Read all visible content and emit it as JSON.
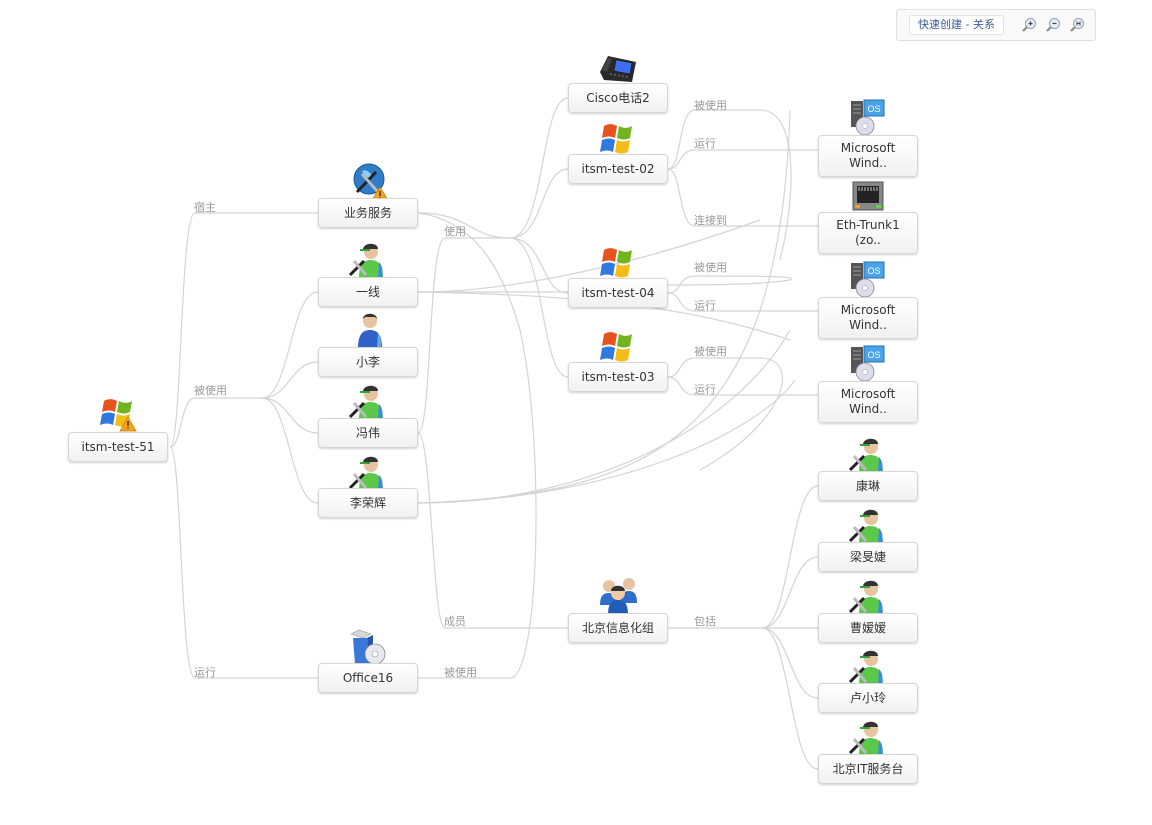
{
  "toolbar": {
    "quick_create_label": "快速创建 - 关系",
    "icons": [
      "zoom-in-icon",
      "zoom-out-icon",
      "zoom-fit-icon"
    ]
  },
  "nodes": [
    {
      "id": "itsm51",
      "label": "itsm-test-51",
      "icon": "windows-warning"
    },
    {
      "id": "bizsvc",
      "label": "业务服务",
      "icon": "globe-tools-warning"
    },
    {
      "id": "yixian",
      "label": "一线",
      "icon": "engineer"
    },
    {
      "id": "xiaoli",
      "label": "小李",
      "icon": "user"
    },
    {
      "id": "fengwei",
      "label": "冯伟",
      "icon": "engineer"
    },
    {
      "id": "lironghui",
      "label": "李荣辉",
      "icon": "engineer"
    },
    {
      "id": "office16",
      "label": "Office16",
      "icon": "software-box"
    },
    {
      "id": "cisco",
      "label": "Cisco电话2",
      "icon": "ip-phone"
    },
    {
      "id": "t02",
      "label": "itsm-test-02",
      "icon": "windows"
    },
    {
      "id": "t04",
      "label": "itsm-test-04",
      "icon": "windows"
    },
    {
      "id": "t03",
      "label": "itsm-test-03",
      "icon": "windows"
    },
    {
      "id": "bjgroup",
      "label": "北京信息化组",
      "icon": "group"
    },
    {
      "id": "mw1",
      "label": "Microsoft Wind..",
      "icon": "os"
    },
    {
      "id": "eth",
      "label": "Eth-Trunk1 (zo..",
      "icon": "network-port"
    },
    {
      "id": "mw2",
      "label": "Microsoft Wind..",
      "icon": "os"
    },
    {
      "id": "mw3",
      "label": "Microsoft Wind..",
      "icon": "os"
    },
    {
      "id": "kanglin",
      "label": "康琳",
      "icon": "engineer"
    },
    {
      "id": "liangmj",
      "label": "梁旻婕",
      "icon": "engineer"
    },
    {
      "id": "caoyuanyuan",
      "label": "曹嫒嫒",
      "icon": "engineer"
    },
    {
      "id": "luxiaoling",
      "label": "卢小玲",
      "icon": "engineer"
    },
    {
      "id": "bjit",
      "label": "北京IT服务台",
      "icon": "engineer"
    }
  ],
  "edge_labels": [
    {
      "id": "l_host",
      "text": "宿主"
    },
    {
      "id": "l_usedby1",
      "text": "被使用"
    },
    {
      "id": "l_run1",
      "text": "运行"
    },
    {
      "id": "l_use",
      "text": "使用"
    },
    {
      "id": "l_member",
      "text": "成员"
    },
    {
      "id": "l_usedby2",
      "text": "被使用"
    },
    {
      "id": "l_include",
      "text": "包括"
    },
    {
      "id": "l_t02_usedby",
      "text": "被使用"
    },
    {
      "id": "l_t02_run",
      "text": "运行"
    },
    {
      "id": "l_t02_conn",
      "text": "连接到"
    },
    {
      "id": "l_t04_usedby",
      "text": "被使用"
    },
    {
      "id": "l_t04_run",
      "text": "运行"
    },
    {
      "id": "l_t03_usedby",
      "text": "被使用"
    },
    {
      "id": "l_t03_run",
      "text": "运行"
    }
  ],
  "relations": [
    {
      "from": "itsm51",
      "to": "bizsvc",
      "label": "宿主"
    },
    {
      "from": "itsm51",
      "to": "yixian",
      "label": "被使用"
    },
    {
      "from": "itsm51",
      "to": "xiaoli",
      "label": "被使用"
    },
    {
      "from": "itsm51",
      "to": "fengwei",
      "label": "被使用"
    },
    {
      "from": "itsm51",
      "to": "lironghui",
      "label": "被使用"
    },
    {
      "from": "itsm51",
      "to": "office16",
      "label": "运行"
    },
    {
      "from": "bizsvc",
      "to": "cisco",
      "label": "使用"
    },
    {
      "from": "bizsvc",
      "to": "t02",
      "label": "使用"
    },
    {
      "from": "bizsvc",
      "to": "t04",
      "label": "使用"
    },
    {
      "from": "bizsvc",
      "to": "t03",
      "label": "使用"
    },
    {
      "from": "fengwei",
      "to": "bjgroup",
      "label": "成员"
    },
    {
      "from": "office16",
      "to": "bizsvc",
      "label": "被使用"
    },
    {
      "from": "bjgroup",
      "to": "kanglin",
      "label": "包括"
    },
    {
      "from": "bjgroup",
      "to": "liangmj",
      "label": "包括"
    },
    {
      "from": "bjgroup",
      "to": "caoyuanyuan",
      "label": "包括"
    },
    {
      "from": "bjgroup",
      "to": "luxiaoling",
      "label": "包括"
    },
    {
      "from": "bjgroup",
      "to": "bjit",
      "label": "包括"
    },
    {
      "from": "t02",
      "to": "mw1",
      "label": "运行"
    },
    {
      "from": "t02",
      "to": "eth",
      "label": "连接到"
    },
    {
      "from": "t04",
      "to": "mw2",
      "label": "运行"
    },
    {
      "from": "t03",
      "to": "mw3",
      "label": "运行"
    }
  ]
}
